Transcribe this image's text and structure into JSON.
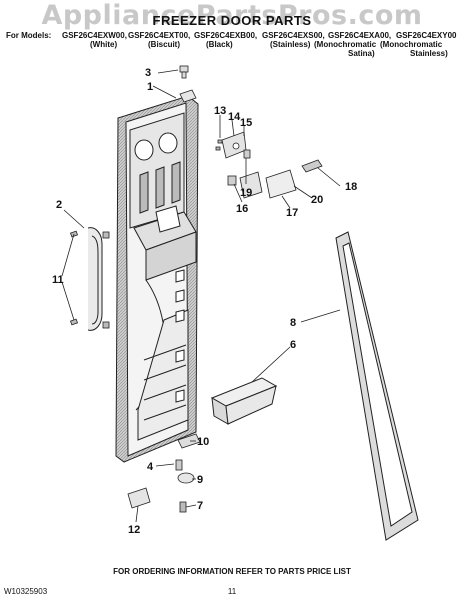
{
  "watermark": "AppliancePartsPros.com",
  "title": "FREEZER DOOR PARTS",
  "models": {
    "prefix": "For Models:",
    "items": [
      {
        "model": "GSF26C4EXW00,",
        "finish": "(White)"
      },
      {
        "model": "GSF26C4EXT00,",
        "finish": "(Biscuit)"
      },
      {
        "model": "GSF26C4EXB00,",
        "finish": "(Black)"
      },
      {
        "model": "GSF26C4EXS00,",
        "finish": "(Stainless)"
      },
      {
        "model": "GSF26C4EXA00,",
        "finish": "(Monochromatic",
        "finish2": "Satina)"
      },
      {
        "model": "GSF26C4EXY00",
        "finish": "(Monochromatic",
        "finish2": "Stainless)"
      }
    ]
  },
  "callouts": [
    "1",
    "2",
    "3",
    "4",
    "6",
    "7",
    "8",
    "9",
    "10",
    "11",
    "12",
    "13",
    "14",
    "15",
    "16",
    "17",
    "18",
    "19",
    "20"
  ],
  "footer": {
    "doc_number": "W10325903",
    "page_number": "11",
    "ordering_note": "FOR ORDERING INFORMATION REFER TO PARTS PRICE LIST"
  }
}
